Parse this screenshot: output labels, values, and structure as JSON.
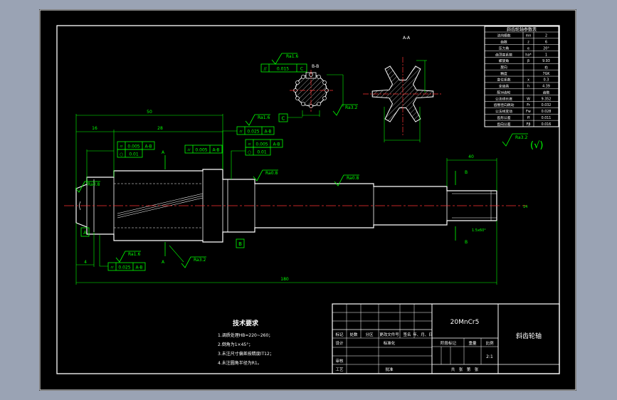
{
  "drawing": {
    "title": "斜齿轮轴",
    "material_code": "20MnCr5",
    "scale": "2:1",
    "section_bb": "B-B",
    "section_aa": "A-A"
  },
  "tech_req": {
    "title": "技术要求",
    "items": [
      "1.调质处理HB=220~260；",
      "2.倒角为1×45°；",
      "3.未注尺寸偏差按精度IT12；",
      "4.未注圆角半径为R1。"
    ]
  },
  "title_block": {
    "row1": [
      "标记",
      "处数",
      "分区",
      "更改文件号",
      "签名",
      "年、月、日"
    ],
    "design": "设计",
    "standardize": "标准化",
    "stage_mark": "阶段标记",
    "weight": "重量",
    "scale_label": "比例",
    "review": "审核",
    "process": "工艺",
    "approve": "批准",
    "sheets": "共　张　第　张"
  },
  "gear_table": {
    "title": "斜齿轮轴参数表",
    "rows": [
      [
        "法向模数",
        "mn",
        "2"
      ],
      [
        "齿数",
        "z",
        "6"
      ],
      [
        "压力角",
        "α",
        "20°"
      ],
      [
        "齿顶高系数",
        "ha*",
        "1"
      ],
      [
        "螺旋角",
        "β",
        "9.93"
      ],
      [
        "旋向",
        "",
        "右"
      ],
      [
        "精度",
        "",
        "7GK"
      ],
      [
        "变位系数",
        "x",
        "0.3"
      ],
      [
        "全齿高",
        "h",
        "4.39"
      ],
      [
        "配对齿轮",
        "",
        "齿数"
      ],
      [
        "公法线长度",
        "W",
        "9.352"
      ],
      [
        "齿圈径向跳动",
        "Fr",
        "0.032"
      ],
      [
        "公法线变动",
        "Fw",
        "0.028"
      ],
      [
        "齿形公差",
        "ff",
        "0.011"
      ],
      [
        "齿向公差",
        "Fβ",
        "0.016"
      ]
    ]
  },
  "tolerances": {
    "t1_sym": "⌭",
    "t1_val": "0.005",
    "t1_ref": "A-B",
    "t2_sym": "○",
    "t2_val": "0.01",
    "t3_sym": "⌭",
    "t3_val": "0.025",
    "t3_ref": "A-B",
    "t4_sym": "⌭",
    "t4_val": "0.005",
    "t4_ref": "A-B",
    "t5_sym": "○",
    "t5_val": "0.01",
    "t6_sym": "⌭",
    "t6_val": "0.005",
    "t6_ref": "A-B",
    "t7_sym": "⌭",
    "t7_val": "0.025",
    "t7_ref": "A-B",
    "key_sym": "//",
    "key_val": "0.015",
    "key_ref": "C"
  },
  "roughness": {
    "r1": "Ra1.6",
    "r2": "Ra0.8",
    "r3": "Ra0.8",
    "r4": "Ra1.6",
    "r5": "Ra3.2",
    "r6": "Ra3.2",
    "r7": "Ra0.8",
    "r8": "Ra1.6",
    "r9": "Ra3.2",
    "rest": "Ra3.2",
    "rest_mark": "(√)"
  },
  "datums": {
    "a": "A",
    "b": "B",
    "c": "C"
  },
  "dims": {
    "overall": "180",
    "d50": "50",
    "d16": "16",
    "d28": "28",
    "d40": "40",
    "d4": "4",
    "thread": "1.5x60°",
    "d14": "14"
  },
  "colors": {
    "background": "#000000",
    "line": "#ffffff",
    "dim": "#00ff00",
    "center": "#ff3333",
    "hatch": "#ffffff",
    "outer": "#9aa3b4"
  }
}
